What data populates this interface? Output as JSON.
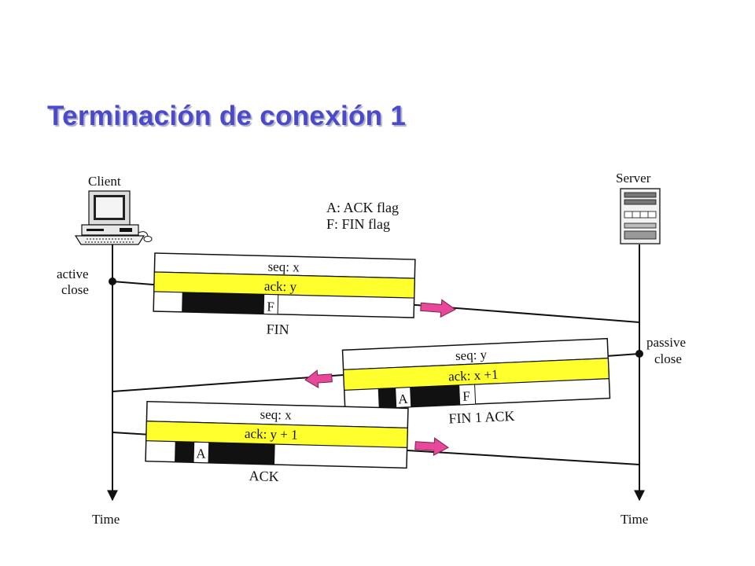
{
  "title": "Terminación de conexión 1",
  "colors": {
    "title": "#4a4acb",
    "field_highlight": "#ffff2e",
    "arrow": "#e8489a",
    "line": "#111111"
  },
  "hosts": {
    "client": {
      "label": "Client",
      "icon": "desktop-computer-icon"
    },
    "server": {
      "label": "Server",
      "icon": "server-tower-icon"
    }
  },
  "legend": [
    "A: ACK flag",
    "F: FIN flag"
  ],
  "events": {
    "active_close": [
      "active",
      "close"
    ],
    "passive_close": [
      "passive",
      "close"
    ]
  },
  "time_label": "Time",
  "segments": [
    {
      "seq": "seq: x",
      "ack": "ack: y",
      "flags": [
        "F"
      ],
      "caption": "FIN",
      "direction": "client-to-server"
    },
    {
      "seq": "seq: y",
      "ack": "ack: x +1",
      "flags": [
        "A",
        "F"
      ],
      "caption": "FIN 1 ACK",
      "direction": "server-to-client"
    },
    {
      "seq": "seq: x",
      "ack": "ack: y + 1",
      "flags": [
        "A"
      ],
      "caption": "ACK",
      "direction": "client-to-server"
    }
  ]
}
